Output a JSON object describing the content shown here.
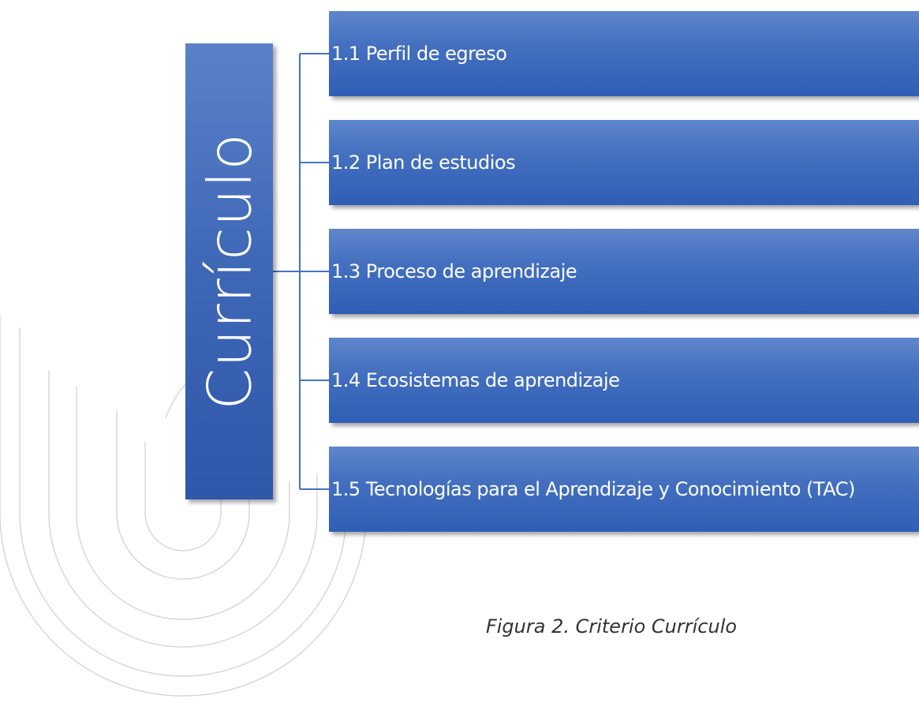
{
  "diagram": {
    "root": {
      "label": "Currículo"
    },
    "items": [
      {
        "label": "1.1 Perfil de egreso"
      },
      {
        "label": "1.2 Plan de estudios"
      },
      {
        "label": "1.3 Proceso de aprendizaje"
      },
      {
        "label": "1.4 Ecosistemas de aprendizaje"
      },
      {
        "label": "1.5 Tecnologías para el Aprendizaje y Conocimiento (TAC)"
      }
    ],
    "colors": {
      "box_fill_top": "#5f86cc",
      "box_fill_bottom": "#2f5eb5",
      "connector": "#4472c4",
      "watermark": "#d0d0d0",
      "text": "#ffffff"
    }
  },
  "caption": {
    "text": "Figura 2. Criterio Currículo"
  }
}
